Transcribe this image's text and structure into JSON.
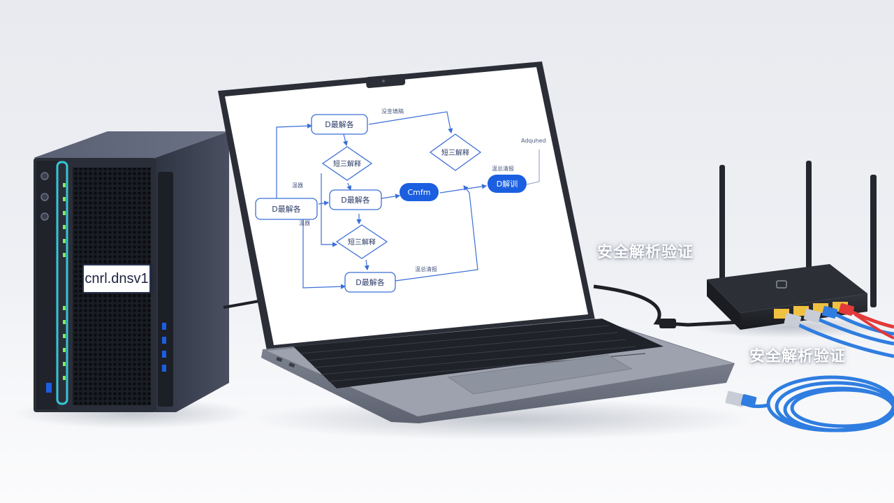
{
  "overlay_labels": {
    "center": "安全解析验证",
    "right": "安全解析验证"
  },
  "nas": {
    "front_label": "cnrl.dnsv1"
  },
  "flowchart": {
    "nodes": {
      "top_box": "D最解各",
      "decision_upper": "短三解释",
      "left_box": "D最解各",
      "mid_box": "D最解各",
      "decision_lower": "短三解释",
      "bottom_box": "D最解各",
      "decision_right": "短三解释",
      "confirm_pill": "Cmfm",
      "right_pill": "D解训"
    },
    "edge_labels": {
      "top": "没金填稿",
      "left_upper": "温器",
      "left_lower": "温器",
      "right_mid": "温总清报",
      "bottom": "温总清报",
      "far_right": "Adquhed"
    }
  },
  "colors": {
    "accent_blue": "#1b5fe0",
    "nas_led": "#7cf05a",
    "nas_glow": "#38d6e8",
    "cable_blue": "#2f7de0",
    "cable_red": "#e2393a",
    "device_dark": "#24272e"
  }
}
